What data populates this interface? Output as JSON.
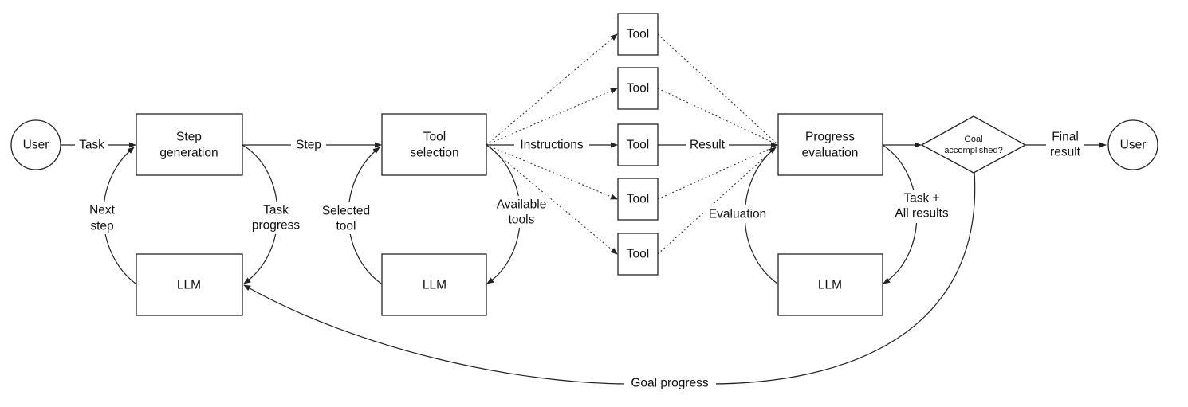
{
  "nodes": {
    "user_start": "User",
    "step_generation": [
      "Step",
      "generation"
    ],
    "llm_step": "LLM",
    "tool_selection": [
      "Tool",
      "selection"
    ],
    "llm_tool": "LLM",
    "tools": [
      "Tool",
      "Tool",
      "Tool",
      "Tool",
      "Tool"
    ],
    "progress_evaluation": [
      "Progress",
      "evaluation"
    ],
    "llm_eval": "LLM",
    "goal_decision": [
      "Goal",
      "accomplished?"
    ],
    "user_end": "User"
  },
  "edges": {
    "task": "Task",
    "step": "Step",
    "next_step": [
      "Next",
      "step"
    ],
    "task_progress": [
      "Task",
      "progress"
    ],
    "selected_tool": [
      "Selected",
      "tool"
    ],
    "available_tools": [
      "Available",
      "tools"
    ],
    "instructions": "Instructions",
    "result": "Result",
    "evaluation": "Evaluation",
    "task_all_results": [
      "Task +",
      "All results"
    ],
    "final_result": [
      "Final",
      "result"
    ],
    "goal_progress": "Goal progress"
  }
}
